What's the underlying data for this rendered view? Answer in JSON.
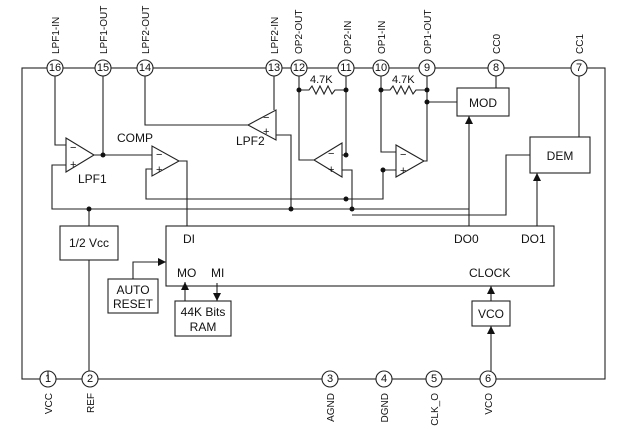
{
  "pins": {
    "p16": {
      "num": "16",
      "label": "LPF1-IN"
    },
    "p15": {
      "num": "15",
      "label": "LPF1-OUT"
    },
    "p14": {
      "num": "14",
      "label": "LPF2-OUT"
    },
    "p13": {
      "num": "13",
      "label": "LPF2-IN"
    },
    "p12": {
      "num": "12",
      "label": "OP2-OUT"
    },
    "p11": {
      "num": "11",
      "label": "OP2-IN"
    },
    "p10": {
      "num": "10",
      "label": "OP1-IN"
    },
    "p9": {
      "num": "9",
      "label": "OP1-OUT"
    },
    "p8": {
      "num": "8",
      "label": "CC0"
    },
    "p7": {
      "num": "7",
      "label": "CC1"
    },
    "p1": {
      "num": "1",
      "label": "VCC"
    },
    "p2": {
      "num": "2",
      "label": "REF"
    },
    "p3": {
      "num": "3",
      "label": "AGND"
    },
    "p4": {
      "num": "4",
      "label": "DGND"
    },
    "p5": {
      "num": "5",
      "label": "CLK_O"
    },
    "p6": {
      "num": "6",
      "label": "VCO"
    }
  },
  "blocks": {
    "lpf1": "LPF1",
    "lpf2": "LPF2",
    "comp": "COMP",
    "half_vcc": "1/2 Vcc",
    "mod": "MOD",
    "dem": "DEM",
    "vco": "VCO",
    "auto_reset_l1": "AUTO",
    "auto_reset_l2": "RESET",
    "ram_l1": "44K Bits",
    "ram_l2": "RAM"
  },
  "resistors": {
    "r1": "4.7K",
    "r2": "4.7K"
  },
  "core": {
    "di": "DI",
    "do0": "DO0",
    "do1": "DO1",
    "mo": "MO",
    "mi": "MI",
    "clock": "CLOCK"
  },
  "opamp_signs": {
    "minus": "−",
    "plus": "+"
  }
}
